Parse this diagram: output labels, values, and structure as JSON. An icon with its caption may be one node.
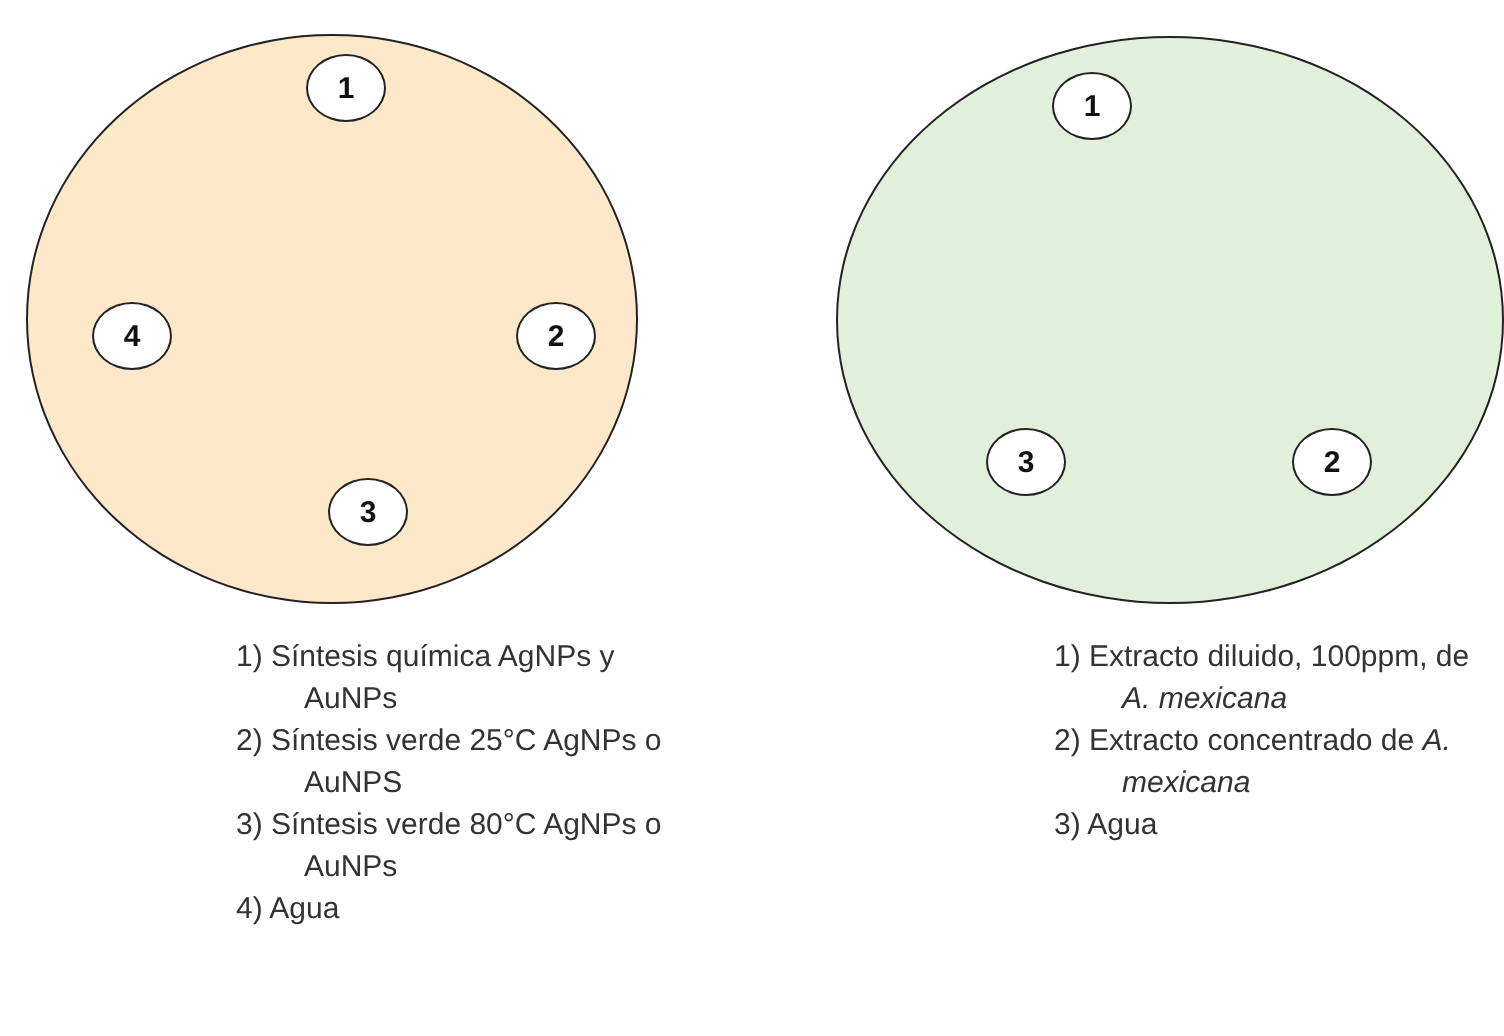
{
  "diagram": {
    "nodes": [
      {
        "text": [],
        "shape": "circle"
      },
      {
        "text": [
          "1"
        ],
        "in": 0
      },
      {
        "text": [
          "4"
        ],
        "in": 0
      },
      {
        "text": [
          "2"
        ],
        "in": 0
      },
      {
        "text": [
          "3"
        ],
        "in": 0
      },
      {
        "text": [],
        "shape": "circle"
      },
      {
        "text": [
          "1"
        ],
        "in": 5
      },
      {
        "text": [
          "3"
        ],
        "in": 5
      },
      {
        "text": [
          "2"
        ],
        "in": 5
      }
    ],
    "labels": [
      "1) Síntesis química AgNPs y AuNPs",
      "2) Síntesis verde 25°C AgNPs o AuNPS",
      "3) Síntesis verde 80°C AgNPs o AuNPs",
      "4) Agua",
      "1) Extracto diluido, 100ppm, de *A. mexicana*",
      "2) Extracto concentrado de *A. mexicana*",
      "3) Agua"
    ]
  }
}
